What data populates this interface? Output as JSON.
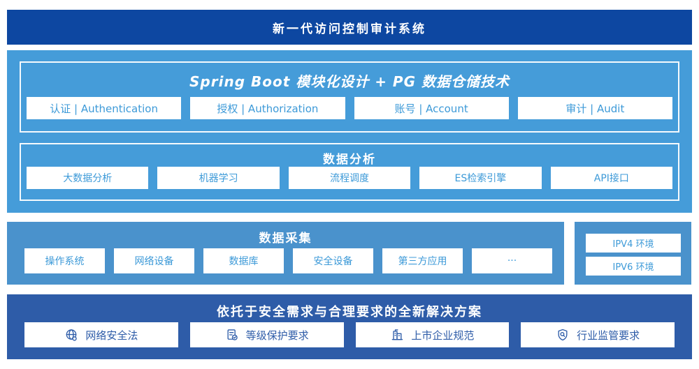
{
  "banner": {
    "title": "新一代访问控制审计系统"
  },
  "platform": {
    "title": "Spring Boot 模块化设计 + PG 数据仓储技术",
    "modules": [
      "认证 | Authentication",
      "授权 | Authorization",
      "账号 | Account",
      "审计 | Audit"
    ],
    "analysis": {
      "title": "数据分析",
      "items": [
        "大数据分析",
        "机器学习",
        "流程调度",
        "ES检索引擎",
        "API接口"
      ]
    }
  },
  "collection": {
    "title": "数据采集",
    "sources": [
      "操作系统",
      "网络设备",
      "数据库",
      "安全设备",
      "第三方应用",
      "···"
    ]
  },
  "environments": {
    "items": [
      "IPV4 环境",
      "IPV6 环境"
    ]
  },
  "solution": {
    "title": "依托于安全需求与合理要求的全新解决方案",
    "items": [
      {
        "icon": "globe-icon",
        "label": "网络安全法"
      },
      {
        "icon": "doc-check-icon",
        "label": "等级保护要求"
      },
      {
        "icon": "building-icon",
        "label": "上市企业规范"
      },
      {
        "icon": "shield-search-icon",
        "label": "行业监管要求"
      }
    ]
  },
  "colors": {
    "banner_blue": "#0d47a1",
    "platform_blue": "#459cd9",
    "collection_blue": "#4a92cc",
    "solution_blue": "#2e5ca8",
    "box_text_blue": "#3d9ad8",
    "white": "#ffffff"
  }
}
